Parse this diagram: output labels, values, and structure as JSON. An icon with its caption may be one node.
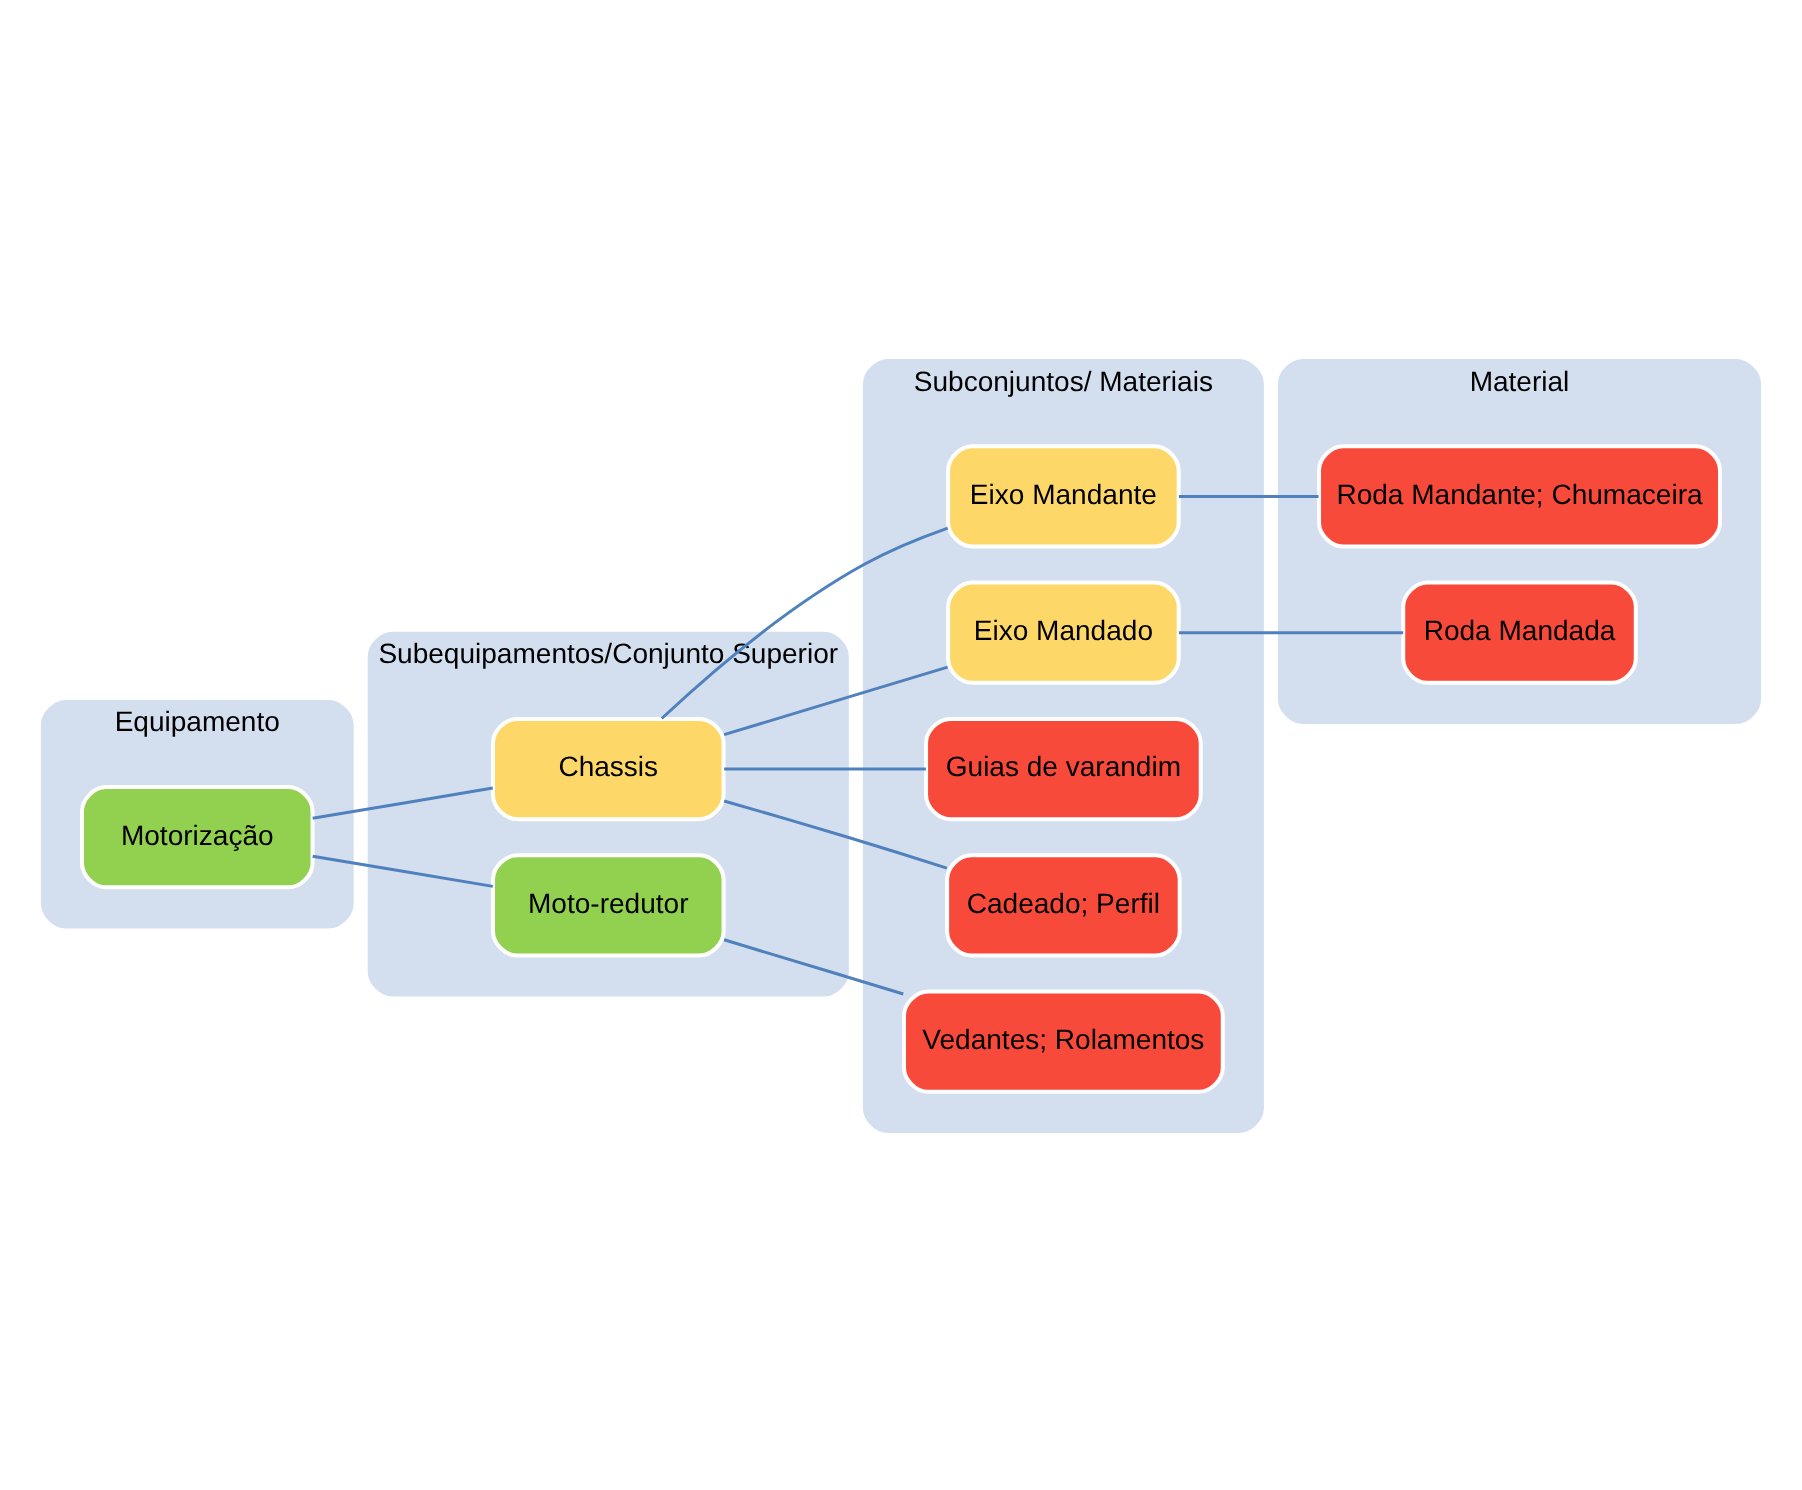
{
  "diagram": {
    "nodes": [
      {
        "text": [
          "Equipamento"
        ]
      },
      {
        "text": [
          "Subequipamentos/Conjunto Superior"
        ]
      },
      {
        "text": [
          "Subconjuntos/ Materiais"
        ]
      },
      {
        "text": [
          "Material"
        ]
      },
      {
        "text": [
          "Motorização"
        ],
        "in": 0
      },
      {
        "text": [
          "Chassis"
        ],
        "in": 1
      },
      {
        "text": [
          "Moto-redutor"
        ],
        "in": 1
      },
      {
        "text": [
          "Eixo Mandante"
        ],
        "in": 2
      },
      {
        "text": [
          "Eixo Mandado"
        ],
        "in": 2
      },
      {
        "text": [
          "Guias de varandim"
        ],
        "in": 2
      },
      {
        "text": [
          "Cadeado; Perfil"
        ],
        "in": 2
      },
      {
        "text": [
          "Vedantes; Rolamentos"
        ],
        "in": 2
      },
      {
        "text": [
          "Roda Mandante; Chumaceira"
        ],
        "in": 3
      },
      {
        "text": [
          "Roda Mandada"
        ],
        "in": 3
      }
    ],
    "edges": [
      {
        "from": 4,
        "to": 5,
        "arrow": "none"
      },
      {
        "from": 4,
        "to": 6,
        "arrow": "none"
      },
      {
        "from": 5,
        "to": 7,
        "arrow": "none"
      },
      {
        "from": 5,
        "to": 8,
        "arrow": "none"
      },
      {
        "from": 5,
        "to": 9,
        "arrow": "none"
      },
      {
        "from": 5,
        "to": 10,
        "arrow": "none"
      },
      {
        "from": 6,
        "to": 11,
        "arrow": "none"
      },
      {
        "from": 7,
        "to": 12,
        "arrow": "none"
      },
      {
        "from": 8,
        "to": 13,
        "arrow": "none"
      }
    ]
  }
}
